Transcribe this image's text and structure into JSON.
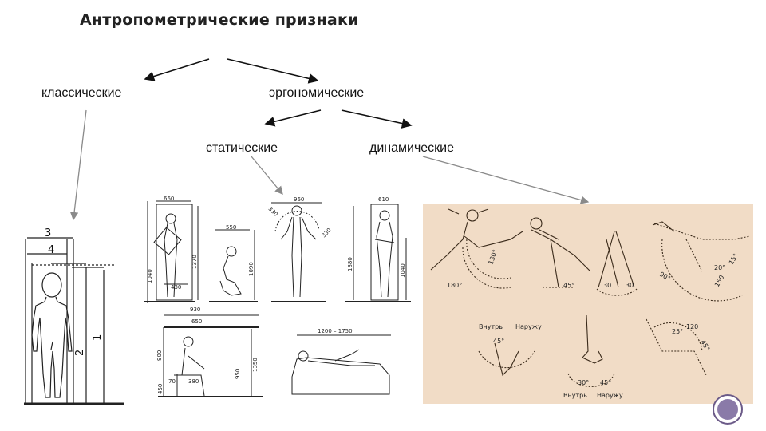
{
  "title": "Антропометрические признаки",
  "nodes": {
    "classic": "классические",
    "ergonomic": "эргономические",
    "static": "статические",
    "dynamic": "динамические"
  },
  "figures": {
    "classic": {
      "labels": [
        "1",
        "2",
        "3",
        "4"
      ]
    },
    "static": {
      "dimensions": [
        "660",
        "1370",
        "1040",
        "430",
        "550",
        "1090",
        "960",
        "330",
        "330",
        "610",
        "1380",
        "1040",
        "930",
        "650",
        "900",
        "1350",
        "950",
        "70",
        "380",
        "450",
        "1200 – 1750"
      ]
    },
    "dynamic": {
      "angle_labels": [
        "130°",
        "180°",
        "45°",
        "30",
        "30",
        "90°",
        "20°",
        "15°",
        "150",
        "120",
        "25°",
        "45°",
        "45°",
        "30°",
        "45°"
      ],
      "text_labels": [
        "Внутрь",
        "Наружу",
        "Внутрь",
        "Наружу"
      ]
    }
  },
  "colors": {
    "arrow": "#8a8a8a",
    "line": "#222222",
    "dynamic_panel_bg": "#f1dcc6",
    "badge": "#8a7aa8"
  }
}
